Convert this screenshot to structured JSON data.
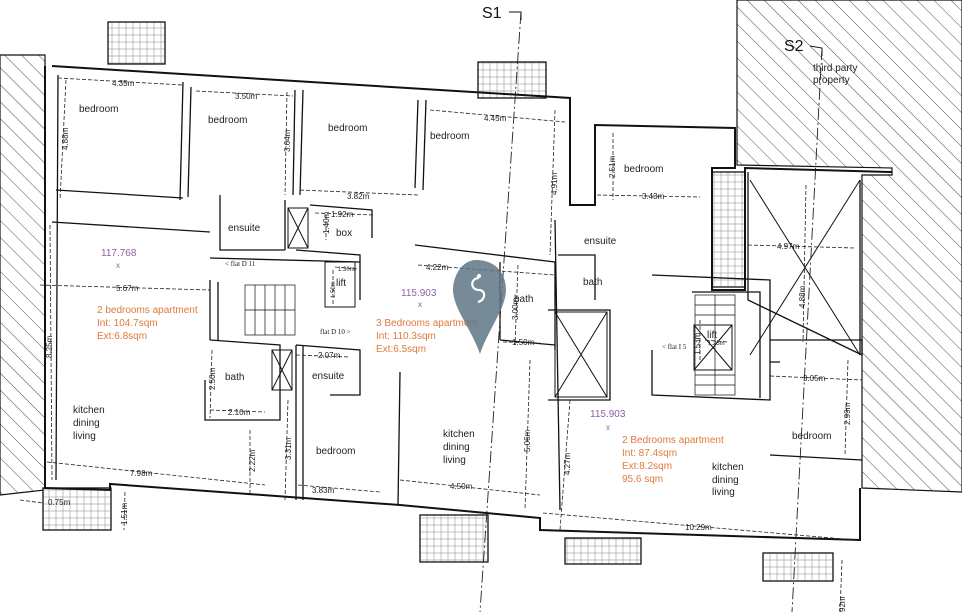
{
  "sections": {
    "s1": "S1",
    "s2": "S2"
  },
  "third_party": {
    "line1": "third party",
    "line2": "property"
  },
  "rooms": {
    "bedroom_a": "bedroom",
    "bedroom_b": "bedroom",
    "bedroom_c": "bedroom",
    "bedroom_d": "bedroom",
    "bedroom_e": "bedroom",
    "bedroom_f": "bedroom",
    "bedroom_g": "bedroom",
    "ensuite_a": "ensuite",
    "ensuite_b": "ensuite",
    "ensuite_c": "ensuite",
    "bath_a": "bath",
    "bath_b": "bath",
    "bath_c": "bath",
    "box": "box",
    "lift_a": "lift",
    "lift_b": "lift",
    "kdl_1": [
      "kitchen",
      "dining",
      "living"
    ],
    "kdl_2": [
      "kitchen",
      "dining",
      "living"
    ],
    "kdl_3": [
      "kitchen",
      "dining",
      "living"
    ]
  },
  "flats": {
    "d11": "< flat D 11",
    "d10": "flat D 10 >",
    "i5": "< flat I 5"
  },
  "apartments": [
    {
      "level": "117.768",
      "marker": "x",
      "title": "2 bedrooms apartment",
      "int": "Int: 104.7sqm",
      "ext": "Ext:6.8sqm"
    },
    {
      "level": "115.903",
      "marker": "x",
      "title": "3 Bedrooms apartment",
      "int": "Int: 110.3sqm",
      "ext": "Ext:6.5sqm"
    },
    {
      "level": "115.903",
      "marker": "x",
      "title": "2 Bedrooms apartment",
      "int": "Int: 87.4sqm",
      "ext": "Ext:8.2sqm",
      "total": "95.6 sqm"
    }
  ],
  "dimensions": {
    "d435": "4.35m",
    "d350": "3.50m",
    "d488a": "4.88m",
    "d364": "3.64m",
    "d382": "3.82m",
    "d445": "4.45m",
    "d491": "4.91m",
    "d192": "1.92m",
    "d140": "1.40m",
    "d422": "4.22m",
    "d130": "1.30m",
    "d150a": "1.50m",
    "d567": "5.67m",
    "d825": "8.25m",
    "d300": "3.00m",
    "d150b": "1.50m",
    "d207": "2.07m",
    "d250": "2.50m",
    "d210": "2.10m",
    "d222": "2.22m",
    "d331": "3.31m",
    "d383": "3.83m",
    "d798": "7.98m",
    "d075": "0.75m",
    "d151": "1.51m",
    "d450": "4.50m",
    "d506": "5.06m",
    "d251": "2.51m",
    "d343": "3.43m",
    "d497": "4.97m",
    "d488b": "4.88m",
    "d427": "4.27m",
    "d305": "3.05m",
    "d299": "2.99m",
    "d1029": "10.29m",
    "d153": "1.53m",
    "d125": "1.25m",
    "d092": "92m"
  },
  "colors": {
    "area_label": "#8a62a8",
    "apartment_label": "#e07a3a",
    "marker": "#5f7687"
  }
}
